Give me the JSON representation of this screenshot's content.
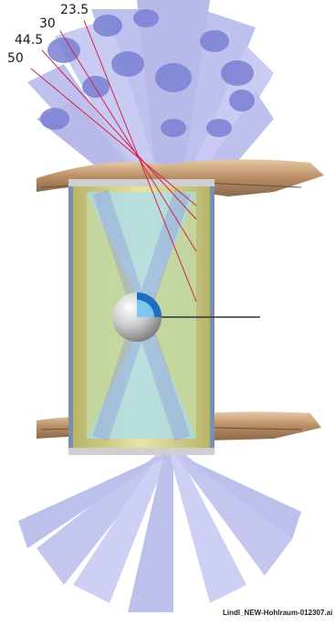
{
  "beam_angles": [
    {
      "label": "23.5"
    },
    {
      "label": "30"
    },
    {
      "label": "44.5"
    },
    {
      "label": "50"
    }
  ],
  "file_label": "Lindl_NEW-Hohlraum-012307.ai",
  "colors": {
    "beam": "#8a8fe0",
    "beam_dark": "#6f74cc",
    "gold": "#c8a27a",
    "gold_dark": "#8a6a4a",
    "wall_yellow": "#d9d58a",
    "hohlraum_interior": "#a9dff2",
    "capsule": "#b9b9b9",
    "capsule_inner": "#1d6fc0",
    "angle_lines": "#d4204a",
    "wall_frame": "#7a8fb0"
  }
}
